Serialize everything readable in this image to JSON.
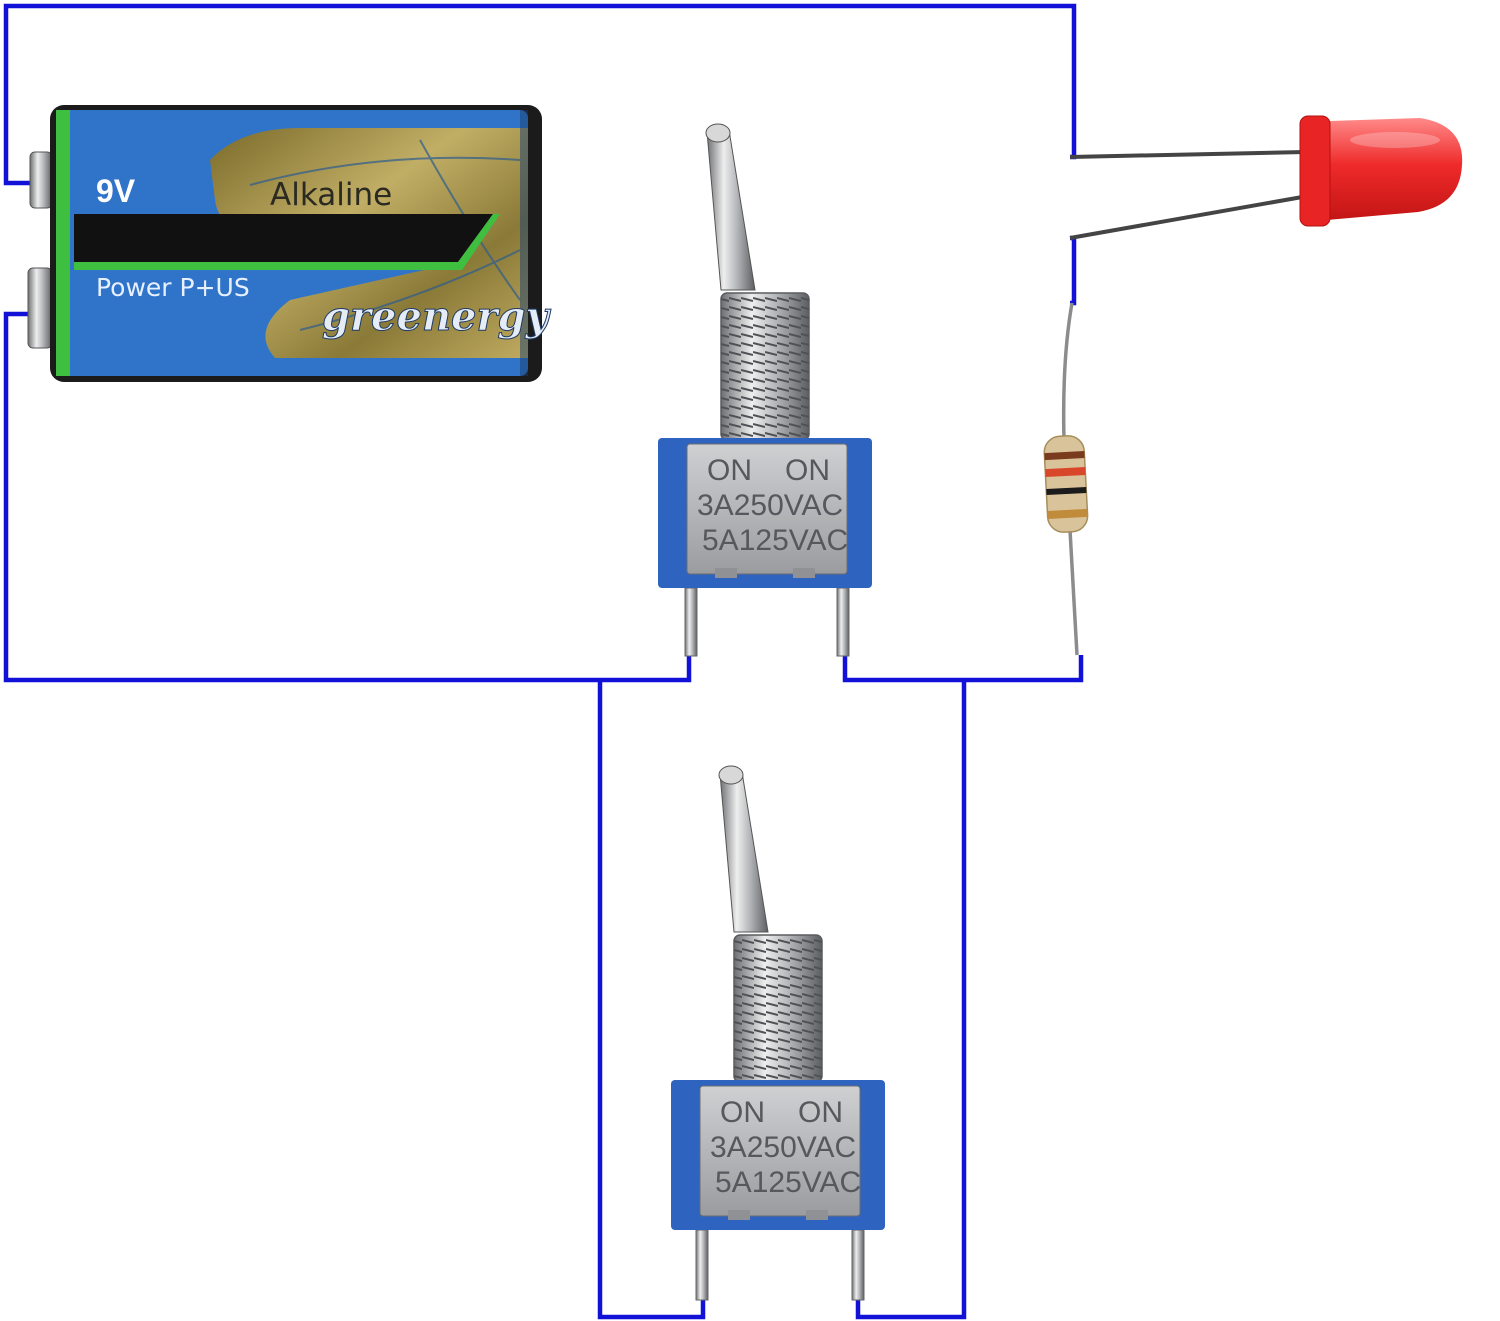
{
  "colors": {
    "wire": "#1111d8",
    "battery_blue": "#2f74c8",
    "battery_gold": "#a8903c",
    "battery_green": "#3fbf3f",
    "switch_base": "#2f63c0",
    "switch_plate": "#a7a9ab",
    "led_red": "#ee2a2a",
    "resistor_body": "#d9c39a"
  },
  "battery": {
    "voltage_label": "9V",
    "chemistry_label": "Alkaline",
    "tagline_label": "Power P+US",
    "brand_label": "greenergy"
  },
  "switches": [
    {
      "position": "upper",
      "label_on_left": "ON",
      "label_on_right": "ON",
      "rating_1": "3A250VAC",
      "rating_2": "5A125VAC"
    },
    {
      "position": "lower",
      "label_on_left": "ON",
      "label_on_right": "ON",
      "rating_1": "3A250VAC",
      "rating_2": "5A125VAC"
    }
  ],
  "components": {
    "led": {
      "icon": "red-led-icon"
    },
    "resistor": {
      "icon": "resistor-icon"
    }
  }
}
